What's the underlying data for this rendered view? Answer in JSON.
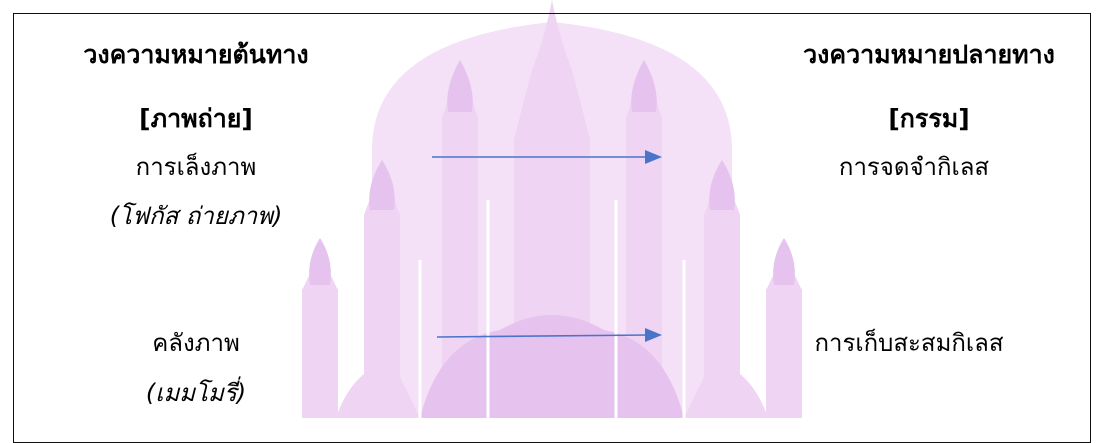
{
  "source": {
    "heading": "วงความหมายต้นทาง",
    "subheading": "[ภาพถ่าย]",
    "items": [
      {
        "term": "การเล็งภาพ",
        "note": "(โฟกัส ถ่ายภาพ)"
      },
      {
        "term": "คลังภาพ",
        "note": "(เมมโมรี่)"
      }
    ]
  },
  "target": {
    "heading": "วงความหมายปลายทาง",
    "subheading": "[กรรม]",
    "items": [
      {
        "term": "การจดจำกิเลส"
      },
      {
        "term": "การเก็บสะสมกิเลส"
      }
    ]
  },
  "colors": {
    "arrow": "#4a74c9",
    "watermark": "#efd5f3",
    "watermark_dark": "#e6c2ee",
    "frame": "#111111"
  }
}
